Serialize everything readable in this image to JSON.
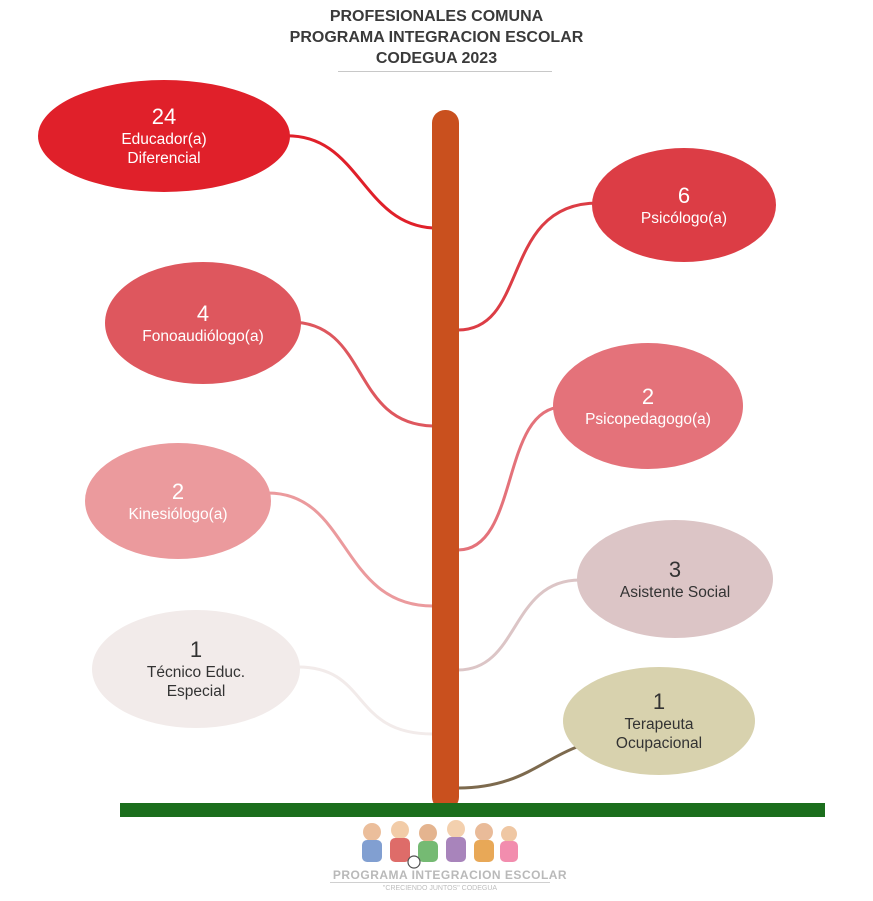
{
  "header": {
    "line1": "PROFESIONALES COMUNA",
    "line2": "PROGRAMA INTEGRACION ESCOLAR",
    "line3": "CODEGUA 2023"
  },
  "colors": {
    "trunk": "#C9501E",
    "ground": "#1B6E1D"
  },
  "nodes": [
    {
      "id": "educador",
      "count": "24",
      "label_lines": [
        "Educador(a)",
        "Diferencial"
      ],
      "color": "#E0202A",
      "text_color": "#ffffff",
      "side": "left"
    },
    {
      "id": "psicologo",
      "count": "6",
      "label_lines": [
        "Psicólogo(a)"
      ],
      "color": "#DC3D45",
      "text_color": "#ffffff",
      "side": "right"
    },
    {
      "id": "fonoaudiologo",
      "count": "4",
      "label_lines": [
        "Fonoaudiólogo(a)"
      ],
      "color": "#DE575E",
      "text_color": "#ffffff",
      "side": "left"
    },
    {
      "id": "psicopedagogo",
      "count": "2",
      "label_lines": [
        "Psicopedagogo(a)"
      ],
      "color": "#E4727A",
      "text_color": "#ffffff",
      "side": "right"
    },
    {
      "id": "kinesiologo",
      "count": "2",
      "label_lines": [
        "Kinesiólogo(a)"
      ],
      "color": "#EB9A9D",
      "text_color": "#ffffff",
      "side": "left"
    },
    {
      "id": "asistente",
      "count": "3",
      "label_lines": [
        "Asistente Social"
      ],
      "color": "#DCC5C6",
      "text_color": "#333333",
      "side": "right"
    },
    {
      "id": "tecnico",
      "count": "1",
      "label_lines": [
        "Técnico Educ.",
        "Especial"
      ],
      "color": "#F2EBEA",
      "text_color": "#333333",
      "side": "left"
    },
    {
      "id": "terapeuta",
      "count": "1",
      "label_lines": [
        "Terapeuta",
        "Ocupacional"
      ],
      "color": "#D8D2AE",
      "text_color": "#333333",
      "side": "right"
    }
  ],
  "footer": {
    "logo_text": "PROGRAMA INTEGRACION ESCOLAR",
    "logo_subtext": "\"CRECIENDO JUNTOS\" CODEGUA"
  }
}
